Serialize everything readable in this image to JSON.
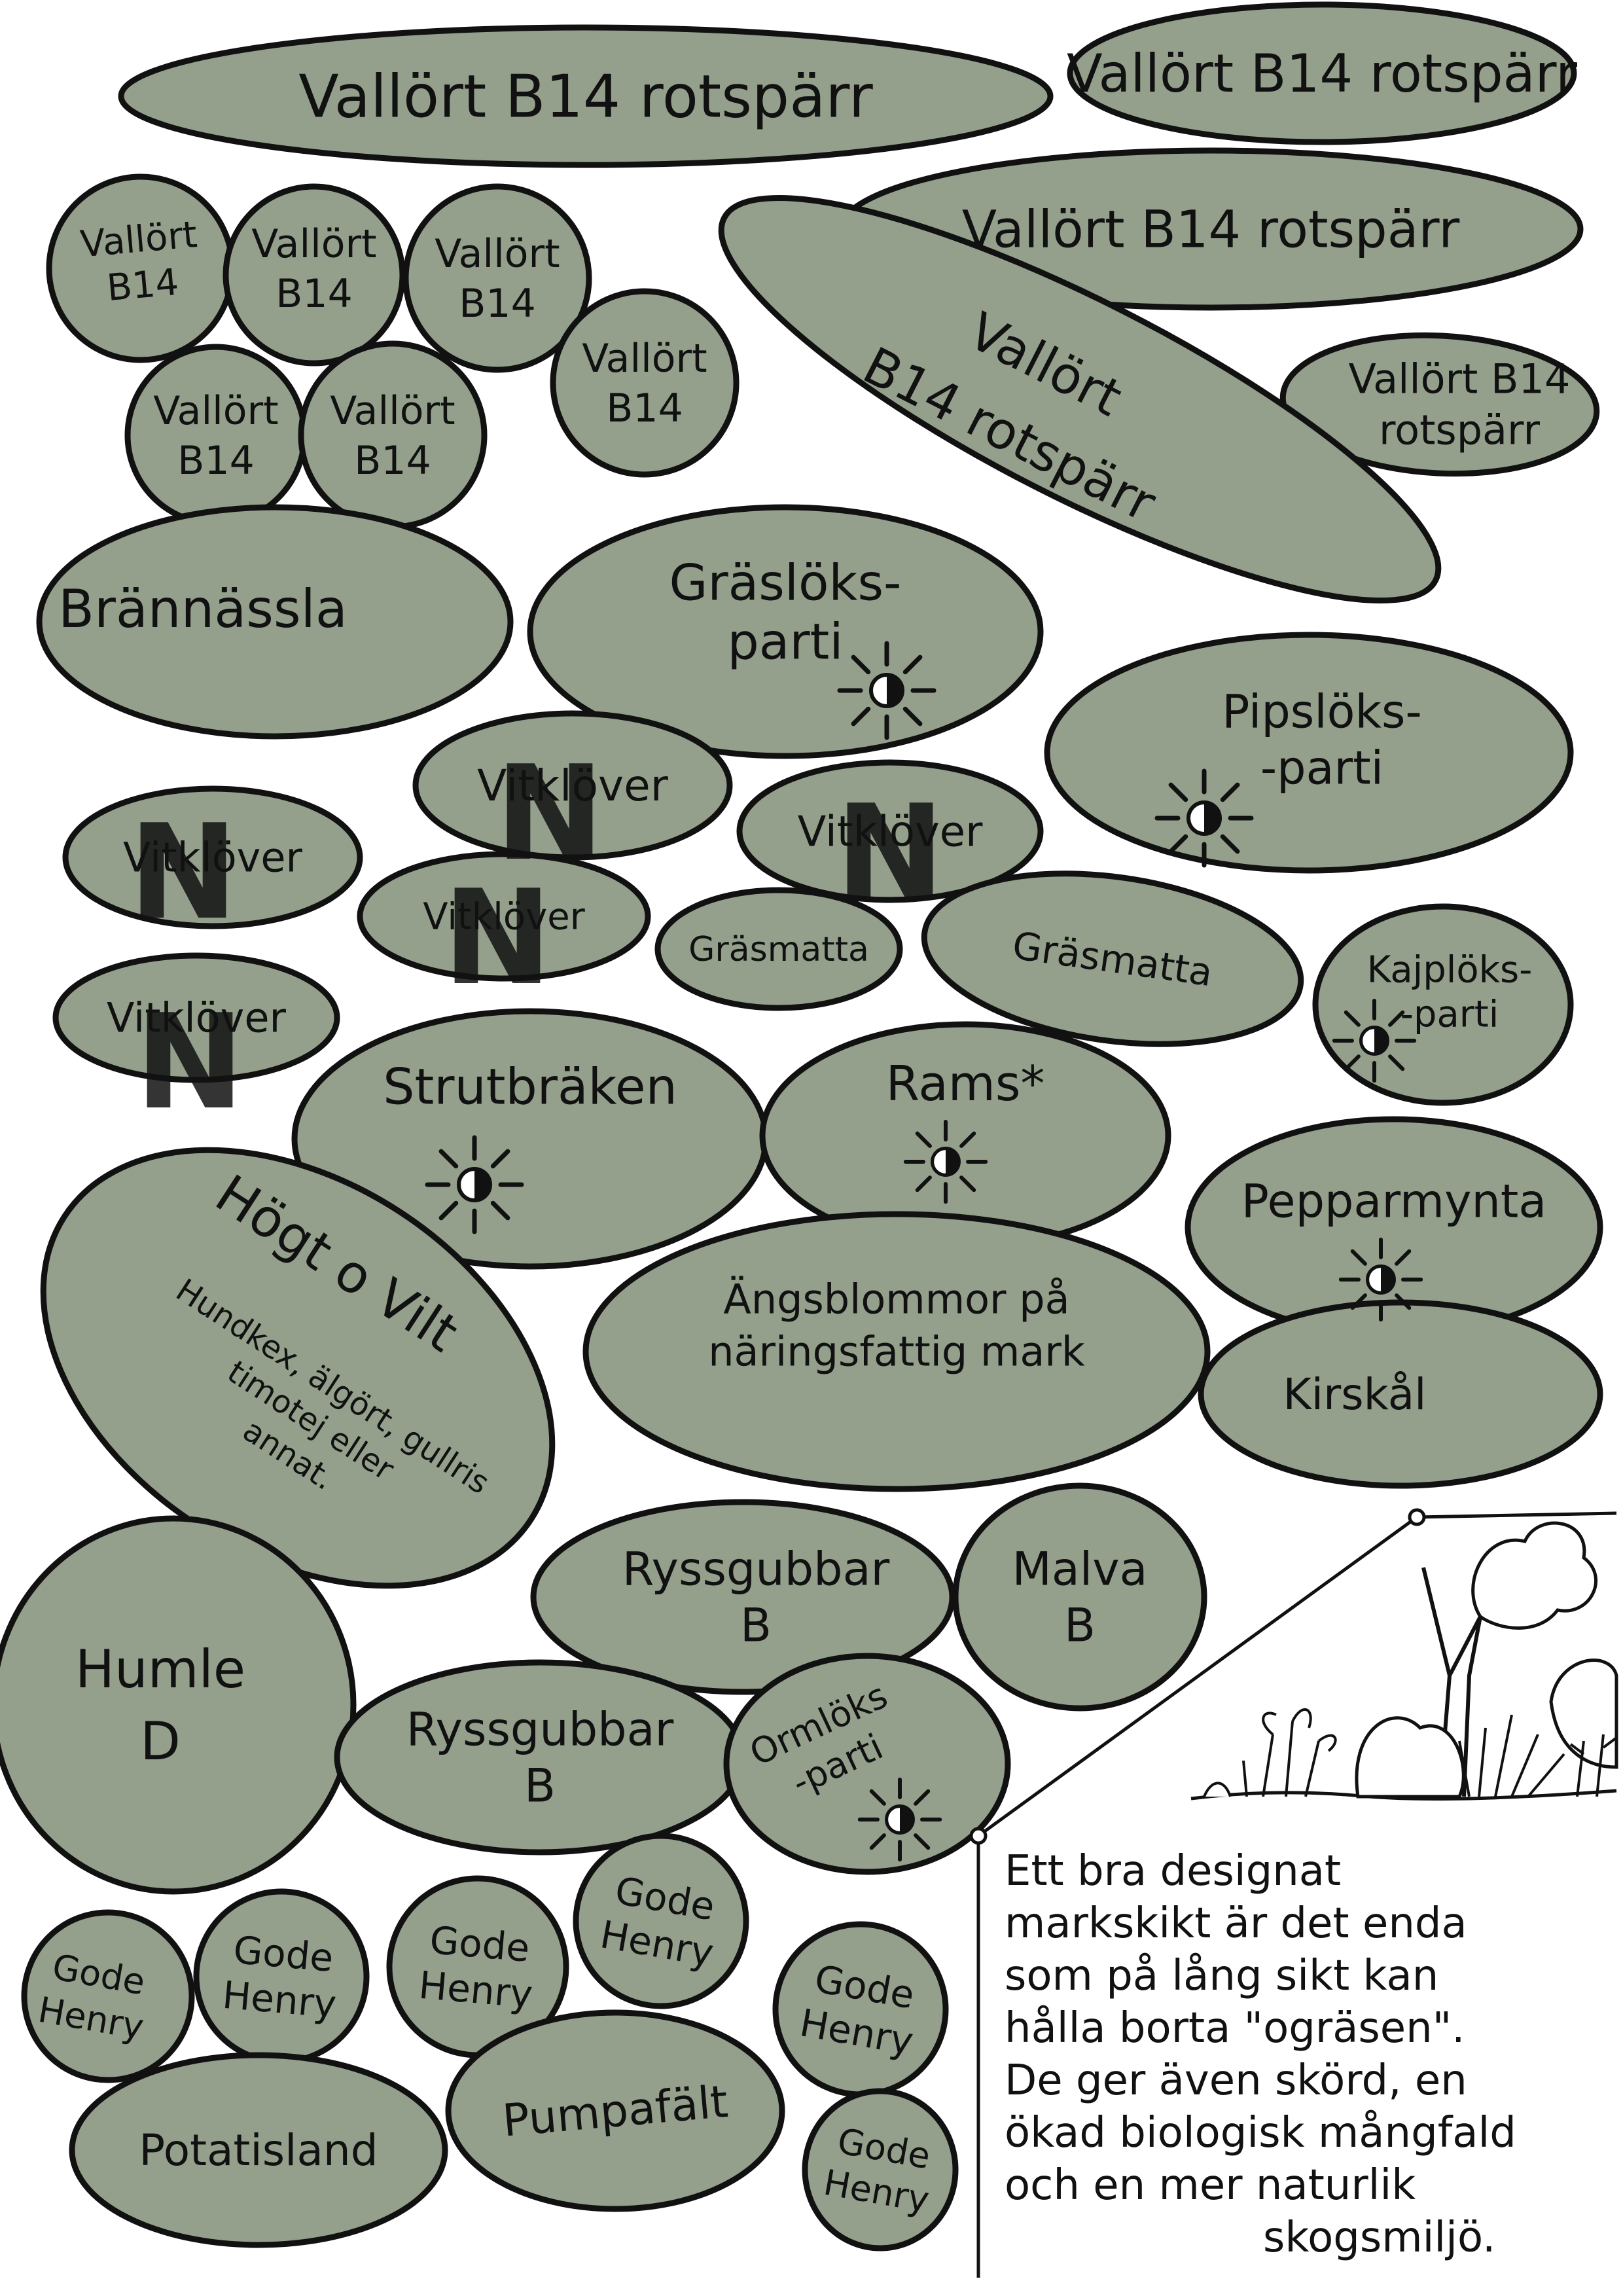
{
  "colors": {
    "bed_fill": "#94a08c",
    "outline": "#111111",
    "nitrogen_mark": "#cf6b6b",
    "background": "#ffffff"
  },
  "icons": {
    "sun": "sun-icon",
    "nitrogen": "nitrogen-fixer-mark"
  },
  "beds": [
    {
      "lines": [
        "Vallört B14 rotspärr"
      ]
    },
    {
      "lines": [
        "Vallört B14 rotspärr"
      ]
    },
    {
      "lines": [
        "Vallört",
        "B14"
      ]
    },
    {
      "lines": [
        "Vallört",
        "B14"
      ]
    },
    {
      "lines": [
        "Vallört",
        "B14"
      ]
    },
    {
      "lines": [
        "Vallört",
        "B14"
      ]
    },
    {
      "lines": [
        "Vallört",
        "B14"
      ]
    },
    {
      "lines": [
        "Vallört",
        "B14"
      ]
    },
    {
      "lines": [
        "Vallört B14 rotspärr"
      ]
    },
    {
      "lines": [
        "Vallört B14",
        "rotspärr"
      ]
    },
    {
      "lines": [
        "Vallört",
        "B14 rotspärr"
      ]
    },
    {
      "lines": [
        "Brännässla"
      ]
    },
    {
      "lines": [
        "Gräslöks-",
        "parti"
      ]
    },
    {
      "lines": [
        "Pipslöks-",
        "-parti"
      ]
    },
    {
      "lines": [
        "Vitklöver"
      ]
    },
    {
      "lines": [
        "Vitklöver"
      ]
    },
    {
      "lines": [
        "Vitklöver"
      ]
    },
    {
      "lines": [
        "Vitklöver"
      ]
    },
    {
      "lines": [
        "Vitklöver"
      ]
    },
    {
      "lines": [
        "Gräsmatta"
      ]
    },
    {
      "lines": [
        "Gräsmatta"
      ]
    },
    {
      "lines": [
        "Kajplöks-",
        "-parti"
      ]
    },
    {
      "lines": [
        "Strutbräken"
      ]
    },
    {
      "lines": [
        "Rams*"
      ]
    },
    {
      "lines": [
        "Pepparmynta"
      ]
    },
    {
      "lines": [
        "Högt o Vilt"
      ]
    },
    {
      "lines": [
        "Hundkex, älgört, gullris",
        "timotej eller",
        "annat."
      ]
    },
    {
      "lines": [
        "Ängsblommor på",
        "näringsfattig mark"
      ]
    },
    {
      "lines": [
        "Kirskål"
      ]
    },
    {
      "lines": [
        "Ryssgubbar",
        "B"
      ]
    },
    {
      "lines": [
        "Malva",
        "B"
      ]
    },
    {
      "lines": [
        "Humle",
        "D"
      ]
    },
    {
      "lines": [
        "Ryssgubbar",
        "B"
      ]
    },
    {
      "lines": [
        "Ormlöks",
        "-parti"
      ]
    },
    {
      "lines": [
        "Gode",
        "Henry"
      ]
    },
    {
      "lines": [
        "Gode",
        "Henry"
      ]
    },
    {
      "lines": [
        "Gode",
        "Henry"
      ]
    },
    {
      "lines": [
        "Gode",
        "Henry"
      ]
    },
    {
      "lines": [
        "Gode",
        "Henry"
      ]
    },
    {
      "lines": [
        "Gode",
        "Henry"
      ]
    },
    {
      "lines": [
        "Potatisland"
      ]
    },
    {
      "lines": [
        "Pumpafält"
      ]
    }
  ],
  "nitrogen_label": "N",
  "note": {
    "lines": [
      "Ett bra designat",
      "markskikt är det enda",
      "som på lång sikt kan",
      "hålla borta \"ogräsen\".",
      "De ger även skörd, en",
      "ökad biologisk mångfald",
      "och en mer naturlik",
      "skogsmiljö."
    ]
  }
}
